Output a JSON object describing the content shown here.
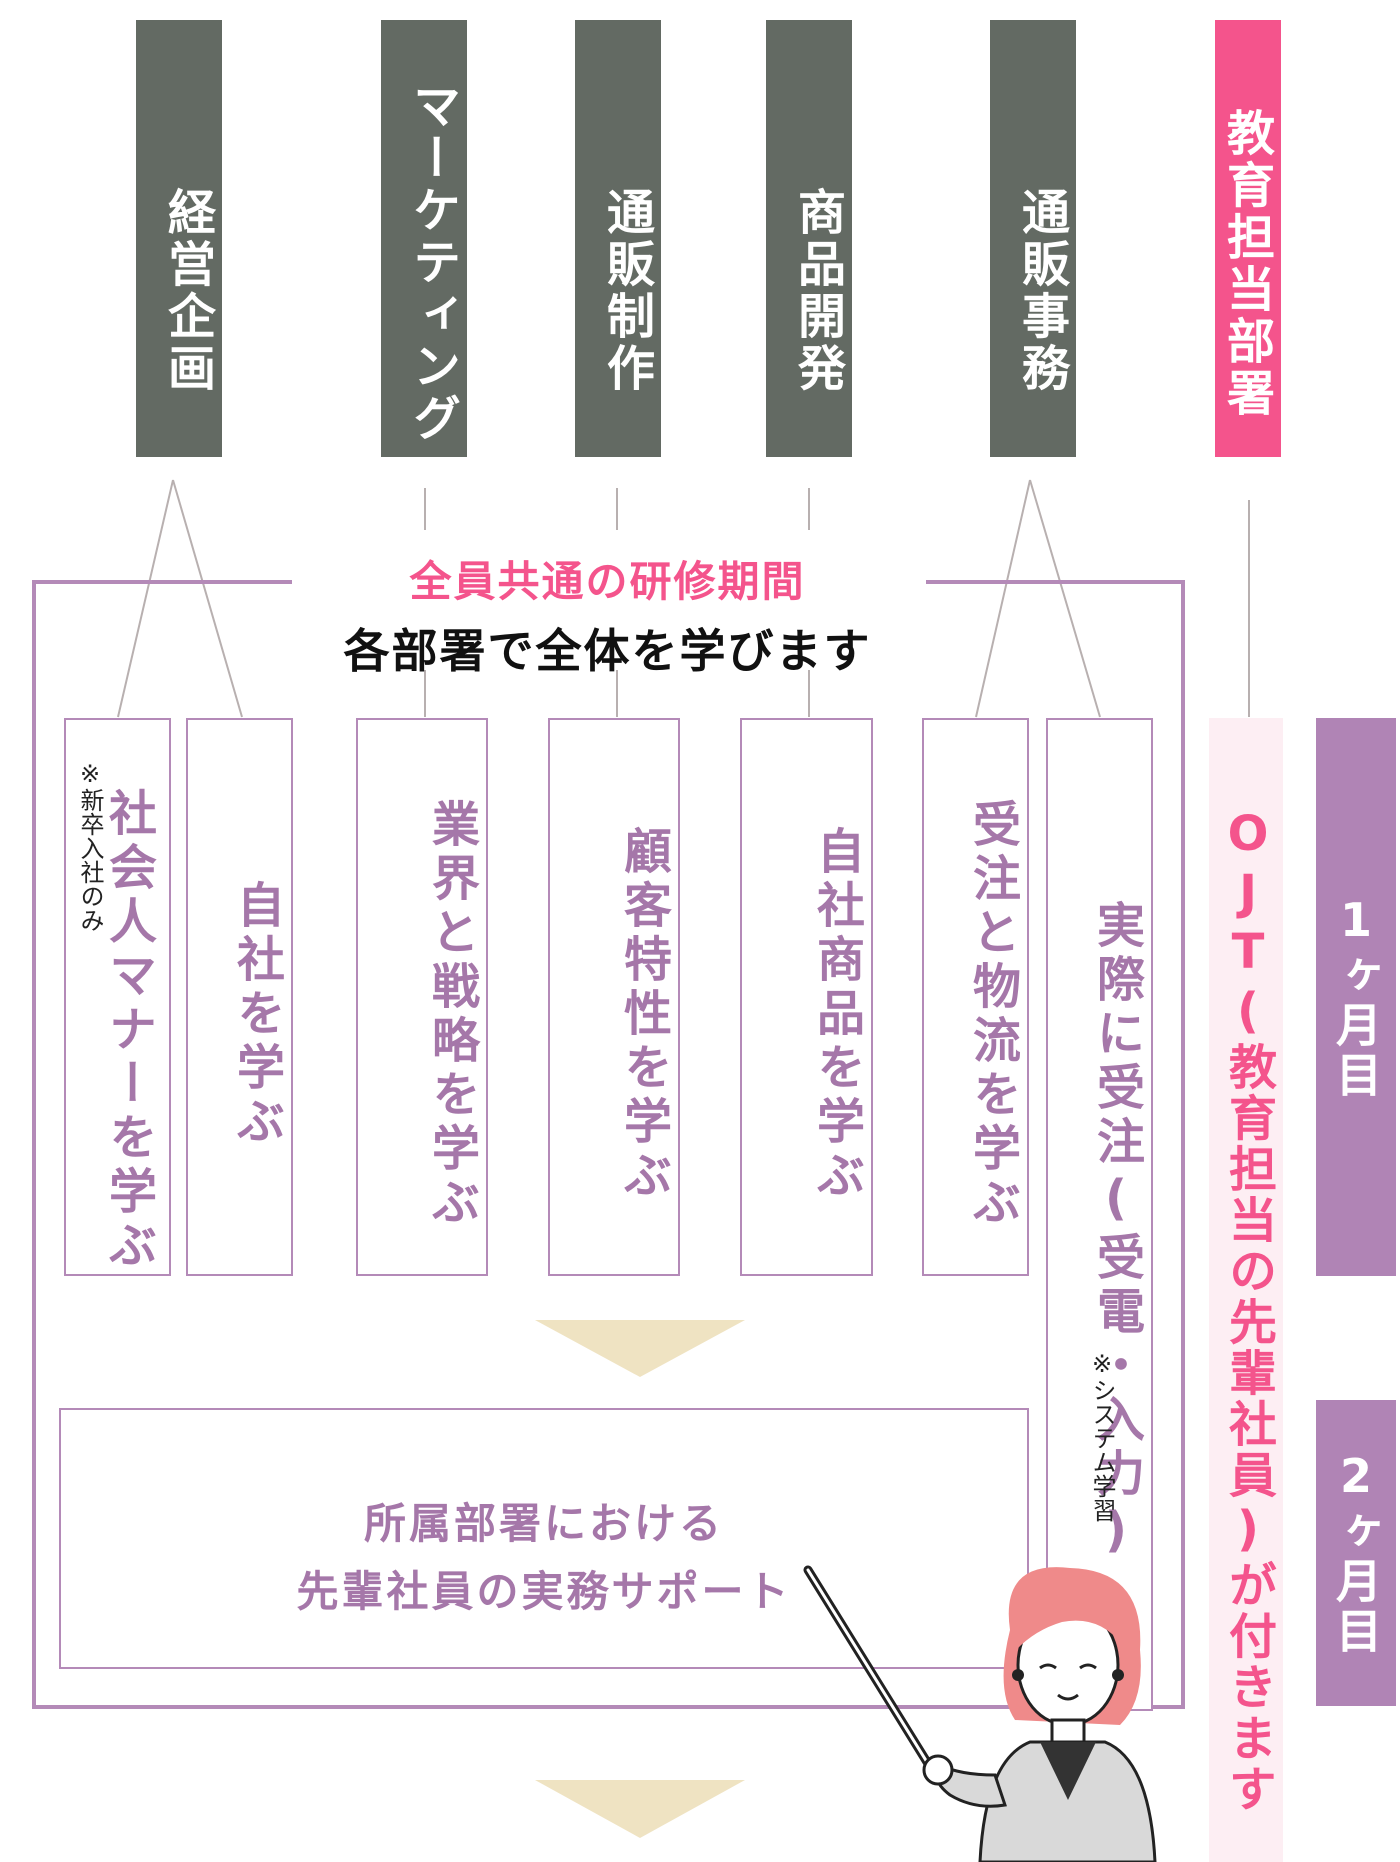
{
  "departments": [
    {
      "label": "経営企画"
    },
    {
      "label": "マーケティング"
    },
    {
      "label": "通販制作"
    },
    {
      "label": "商品開発"
    },
    {
      "label": "通販事務"
    },
    {
      "label": "教育担当部署"
    }
  ],
  "training": {
    "heading": "全員共通の研修期間",
    "subheading": "各部署で全体を学びます",
    "items": [
      {
        "label": "社会人マナーを学ぶ",
        "note": "※新卒入社のみ"
      },
      {
        "label": "自社を学ぶ"
      },
      {
        "label": "業界と戦略を学ぶ"
      },
      {
        "label": "顧客特性を学ぶ"
      },
      {
        "label": "自社商品を学ぶ"
      },
      {
        "label": "受注と物流を学ぶ"
      },
      {
        "label": "実際に受注(受電・入力)",
        "note": "※システム学習"
      }
    ]
  },
  "support": {
    "line1": "所属部署における",
    "line2": "先輩社員の実務サポート"
  },
  "ojt": {
    "label": "OJT(教育担当の先輩社員)が付きます"
  },
  "months": [
    {
      "label": "1ヶ月目"
    },
    {
      "label": "2ヶ月目"
    }
  ],
  "colors": {
    "department": "#636a63",
    "accent_pink": "#f4548c",
    "purple": "#b084b5",
    "arrow": "#efe3c2",
    "ojt_background": "#fdeef3"
  }
}
